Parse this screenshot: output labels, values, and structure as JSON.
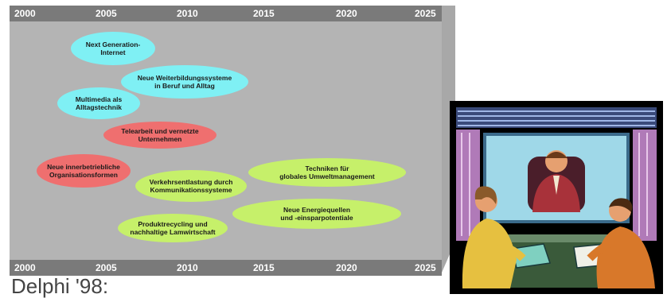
{
  "timeline": {
    "years": [
      "2000",
      "2005",
      "2010",
      "2015",
      "2020",
      "2025"
    ],
    "topics": [
      {
        "label": "Next  Generation-\nInternet",
        "color": "cyan"
      },
      {
        "label": "Neue Weiterbildungssysteme\nin Beruf und Alltag",
        "color": "cyan"
      },
      {
        "label": "Multimedia als\nAlltagstechnik",
        "color": "cyan"
      },
      {
        "label": "Telearbeit und vernetzte\nUnternehmen",
        "color": "red"
      },
      {
        "label": "Neue innerbetriebliche\nOrganisationsformen",
        "color": "red"
      },
      {
        "label": "Verkehrsentlastung durch\nKommunikationssysteme",
        "color": "green"
      },
      {
        "label": "Techniken für\nglobales Umweltmanagement",
        "color": "green"
      },
      {
        "label": "Neue Energiequellen\nund -einsparpotentiale",
        "color": "green"
      },
      {
        "label": "Produktrecycling und\nnachhaltige Lamwirtschaft",
        "color": "green"
      }
    ]
  },
  "colors": {
    "cyan": "#7ff0f4",
    "red": "#ef6f6f",
    "green": "#c6f06a",
    "bar": "#7a7a7a",
    "body": "#b4b4b4"
  },
  "caption": "Delphi '98:",
  "clipart": {
    "icon": "business-meeting-clipart"
  }
}
